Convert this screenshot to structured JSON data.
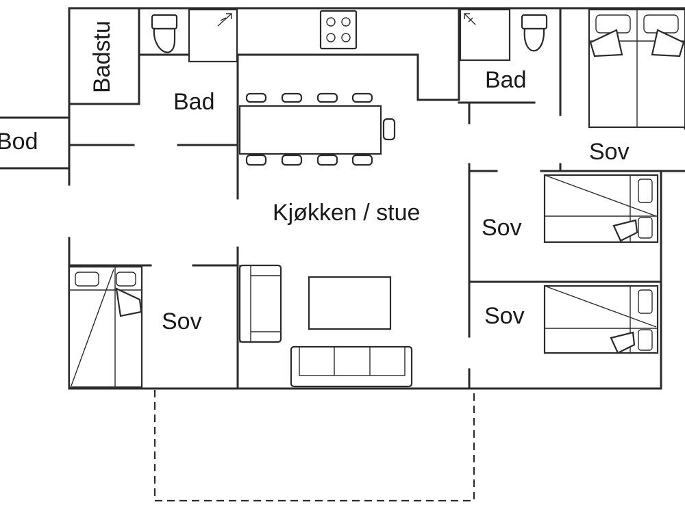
{
  "plan": {
    "labels": {
      "badstu": "Badstu",
      "bad_left": "Bad",
      "bad_right": "Bad",
      "bod": "Bod",
      "kjokken_stue": "Kjøkken / stue",
      "sov_top_right": "Sov",
      "sov_mid_right": "Sov",
      "sov_low_right": "Sov",
      "sov_left": "Sov"
    }
  }
}
